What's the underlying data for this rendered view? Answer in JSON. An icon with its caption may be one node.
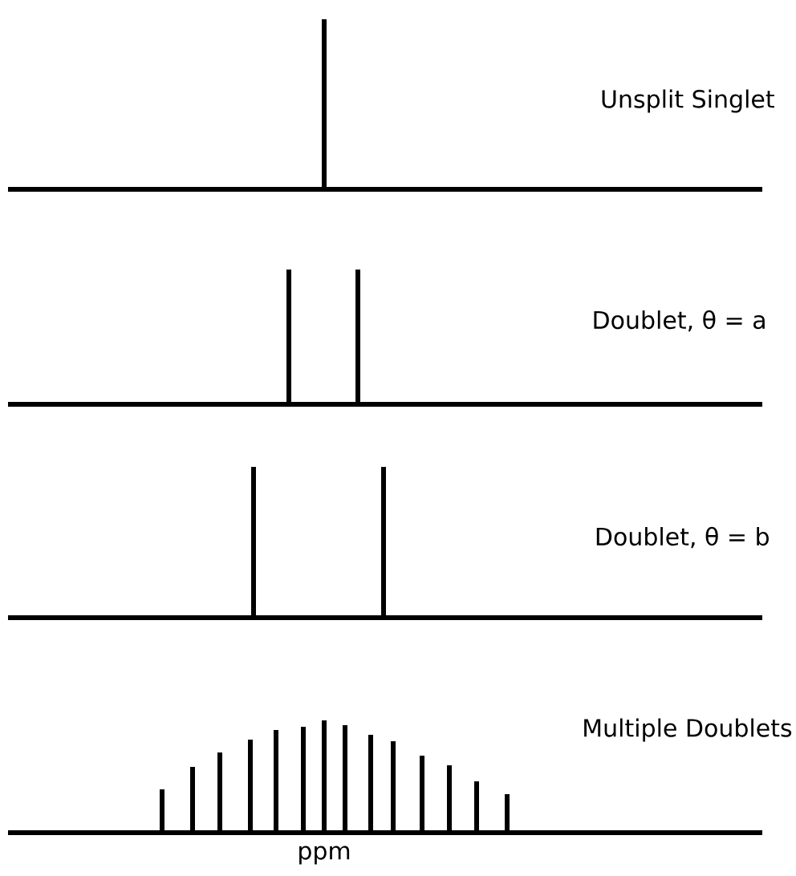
{
  "diagram": {
    "labels": [
      "Unsplit Singlet",
      "Doublet, θ = a",
      "Doublet, θ = b",
      "Multiple Doublets",
      "ppm"
    ]
  }
}
